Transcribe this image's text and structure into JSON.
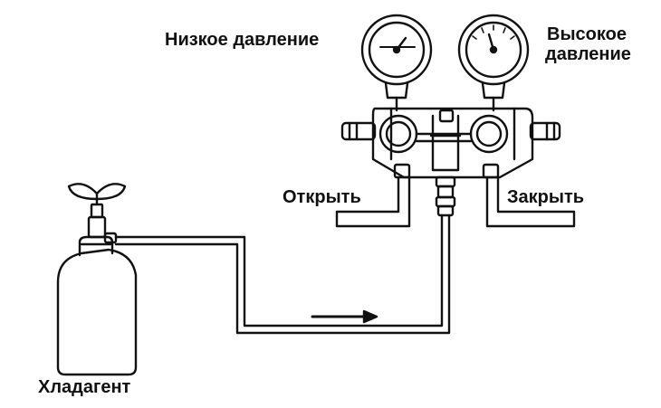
{
  "labels": {
    "low_pressure": "Низкое давление",
    "high_pressure_line1": "Высокое",
    "high_pressure_line2": "давление",
    "open": "Открыть",
    "close": "Закрыть",
    "refrigerant": "Хладагент"
  },
  "colors": {
    "ink": "#111111",
    "background": "#ffffff"
  }
}
